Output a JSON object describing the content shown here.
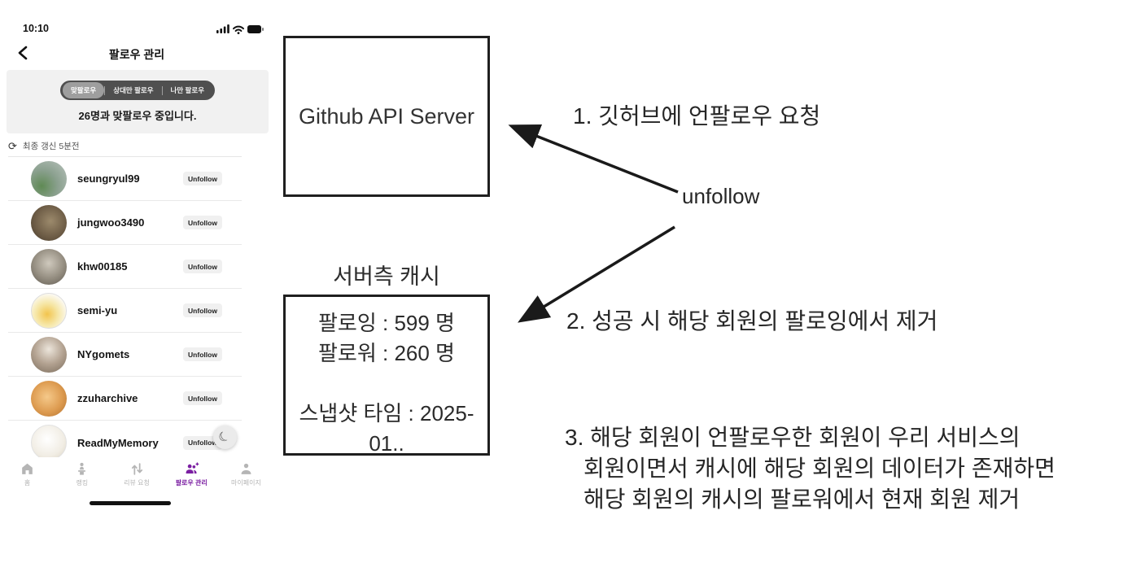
{
  "phone": {
    "status_bar": {
      "time": "10:10"
    },
    "header": {
      "title": "팔로우 관리",
      "back_icon": "chevron-left"
    },
    "tabs": {
      "items": [
        {
          "label": "맞팔로우",
          "selected": true
        },
        {
          "label": "상대만 팔로우",
          "selected": false
        },
        {
          "label": "나만 팔로우",
          "selected": false
        }
      ],
      "caption": "26명과 맞팔로우 중입니다."
    },
    "refresh": {
      "icon": "refresh-icon",
      "label": "최종 갱신 5분전"
    },
    "users": [
      {
        "name": "seungryul99",
        "action_label": "Unfollow",
        "avatar_style": "background: radial-gradient(circle at 30% 70%, #5f8a54 0%, #8aa08e 45%, #b9c2bd 100%)"
      },
      {
        "name": "jungwoo3490",
        "action_label": "Unfollow",
        "avatar_style": "background: radial-gradient(circle at 55% 45%, #9c8a6c 0%, #6b5a44 60%, #443a2c 100%)"
      },
      {
        "name": "khw00185",
        "action_label": "Unfollow",
        "avatar_style": "background: radial-gradient(circle at 50% 40%, #cfc9bd 0%, #948d80 55%, #5e5950 100%)"
      },
      {
        "name": "semi-yu",
        "action_label": "Unfollow",
        "avatar_style": "background: radial-gradient(circle at 45% 60%, #f2c44d 0%, #f6e7a8 40%, #fcfaf4 75%); border: 1px solid #ddd"
      },
      {
        "name": "NYgomets",
        "action_label": "Unfollow",
        "avatar_style": "background: radial-gradient(circle at 50% 35%, #ece5db 0%, #b3a291 50%, #7a6c5c 100%)"
      },
      {
        "name": "zzuharchive",
        "action_label": "Unfollow",
        "avatar_style": "background: radial-gradient(circle at 45% 45%, #f5c98a 0%, #dd9b50 55%, #b06f2e 100%)"
      },
      {
        "name": "ReadMyMemory",
        "action_label": "Unfollow",
        "avatar_style": "background: radial-gradient(circle at 45% 40%, #ffffff 0%, #f1ede4 60%, #d9d2c2 100%); border: 1px solid #e2e2e2"
      }
    ],
    "theme_toggle": {
      "icon": "moon-icon",
      "glyph": "☾"
    },
    "nav": {
      "items": [
        {
          "label": "홈",
          "icon": "home-icon",
          "active": false
        },
        {
          "label": "랭킹",
          "icon": "ranking-icon",
          "active": false
        },
        {
          "label": "리뷰 요청",
          "icon": "review-request-icon",
          "active": false
        },
        {
          "label": "팔로우 관리",
          "icon": "follow-manage-icon",
          "active": true
        },
        {
          "label": "마이페이지",
          "icon": "my-page-icon",
          "active": false
        }
      ]
    }
  },
  "diagram": {
    "github_box": {
      "label": "Github API Server"
    },
    "cache": {
      "title": "서버측 캐시",
      "lines": [
        "팔로잉 : 599 명",
        "팔로워 : 260 명",
        "스냅샷 타임 : 2025-",
        "01.."
      ]
    },
    "edge_label": "unfollow",
    "steps": [
      "1. 깃허브에 언팔로우 요청",
      "2. 성공 시 해당 회원의 팔로잉에서 제거",
      "3. 해당 회원이 언팔로우한 회원이 우리 서비스의\n회원이면서 캐시에 해당 회원의 데이터가 존재하면\n해당 회원의 캐시의 팔로워에서 현재 회원 제거"
    ]
  },
  "colors": {
    "nav_active": "#7b1fa2",
    "tab_bar_bg": "#4f4f4f",
    "tab_selected_bg": "#9e9e9e",
    "section_bg": "#f1f1f1",
    "unfollow_button_bg": "#f0f0f0",
    "arrow": "#1a1a1a"
  }
}
